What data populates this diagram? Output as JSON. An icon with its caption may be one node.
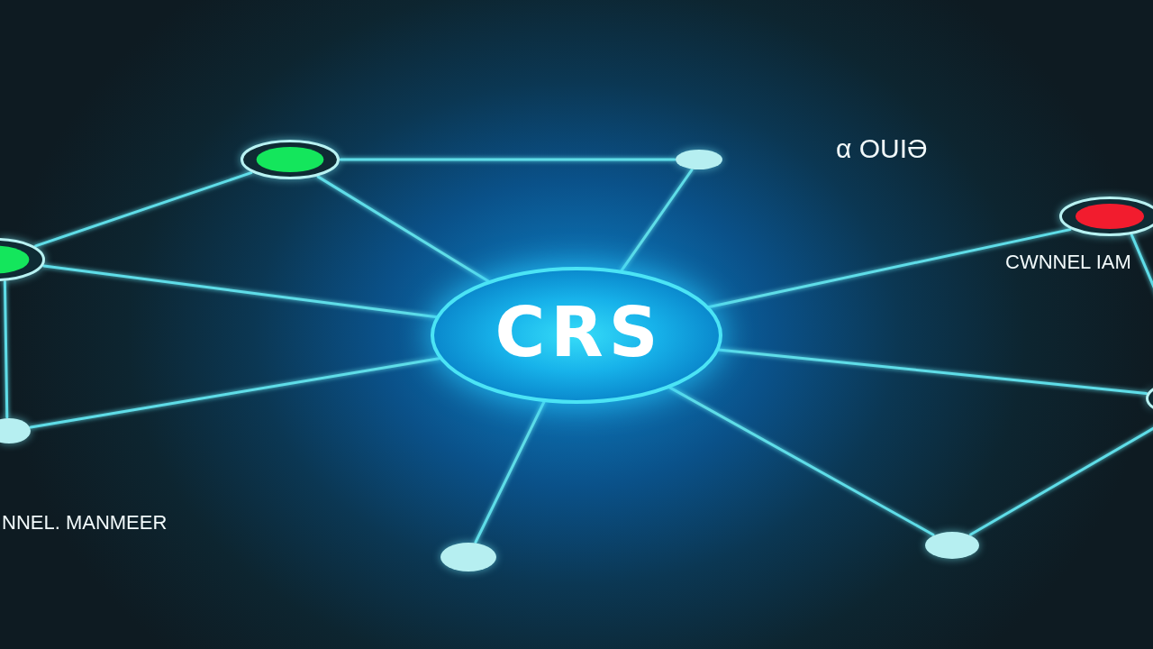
{
  "diagram": {
    "nodes": [
      {
        "text": [
          "CRS"
        ]
      },
      {
        "text": [],
        "shape": "ellipse"
      },
      {
        "text": [],
        "shape": "ellipse"
      },
      {
        "text": [],
        "shape": "ellipse",
        "beside": [
          "CWNNEL IAM"
        ]
      },
      {
        "text": [],
        "shape": "ellipse"
      },
      {
        "text": [],
        "shape": "ellipse"
      },
      {
        "text": [],
        "shape": "ellipse"
      },
      {
        "text": [],
        "shape": "ellipse"
      },
      {
        "text": [],
        "shape": "ellipse"
      }
    ],
    "edges": [
      {
        "from": 1,
        "to": 2,
        "arrow": "none"
      },
      {
        "from": 1,
        "to": 4,
        "arrow": "none"
      },
      {
        "from": 1,
        "to": 0,
        "arrow": "none"
      },
      {
        "from": 2,
        "to": 0,
        "arrow": "none"
      },
      {
        "from": 4,
        "to": 0,
        "arrow": "none"
      },
      {
        "from": 4,
        "to": 6,
        "arrow": "none"
      },
      {
        "from": 6,
        "to": 0,
        "arrow": "none"
      },
      {
        "from": 0,
        "to": 3,
        "arrow": "none"
      },
      {
        "from": 3,
        "to": 5,
        "arrow": "none"
      },
      {
        "from": 0,
        "to": 5,
        "arrow": "none"
      },
      {
        "from": 5,
        "to": 7,
        "arrow": "none"
      },
      {
        "from": 0,
        "to": 7,
        "arrow": "none"
      },
      {
        "from": 0,
        "to": 8,
        "arrow": "none"
      }
    ],
    "labels": [
      "α OUIƏ",
      "NNEL. MANMEER"
    ]
  }
}
